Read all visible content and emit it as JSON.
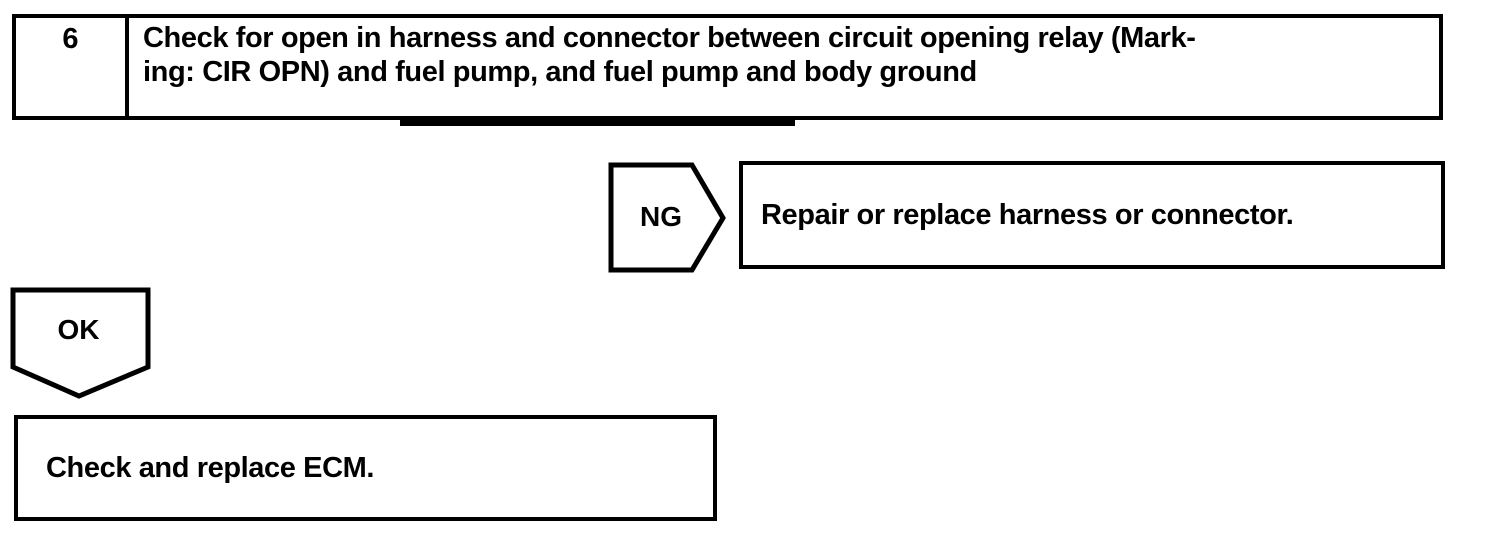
{
  "page": {
    "background_color": "#ffffff",
    "ink_color": "#000000"
  },
  "step_header": {
    "number": "6",
    "instruction_line1": "Check for open in harness and connector between circuit opening relay (Mark-",
    "instruction_line2": "ing: CIR OPN) and fuel pump, and fuel pump and body ground"
  },
  "ng_branch": {
    "connector_label": "NG",
    "action": "Repair or replace harness or connector."
  },
  "ok_branch": {
    "connector_label": "OK",
    "action": "Check and replace ECM."
  }
}
